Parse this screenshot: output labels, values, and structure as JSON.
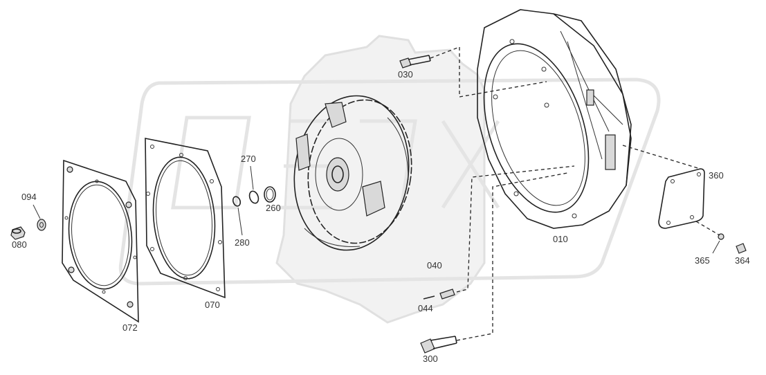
{
  "diagram": {
    "labels": {
      "p010": "010",
      "p030": "030",
      "p040": "040",
      "p044": "044",
      "p070": "070",
      "p072": "072",
      "p080": "080",
      "p094": "094",
      "p260": "260",
      "p270": "270",
      "p280": "280",
      "p300": "300",
      "p360": "360",
      "p364": "364",
      "p365": "365"
    }
  },
  "colors": {
    "line": "#222222",
    "watermark": "#e4e4e4",
    "background": "#ffffff"
  }
}
